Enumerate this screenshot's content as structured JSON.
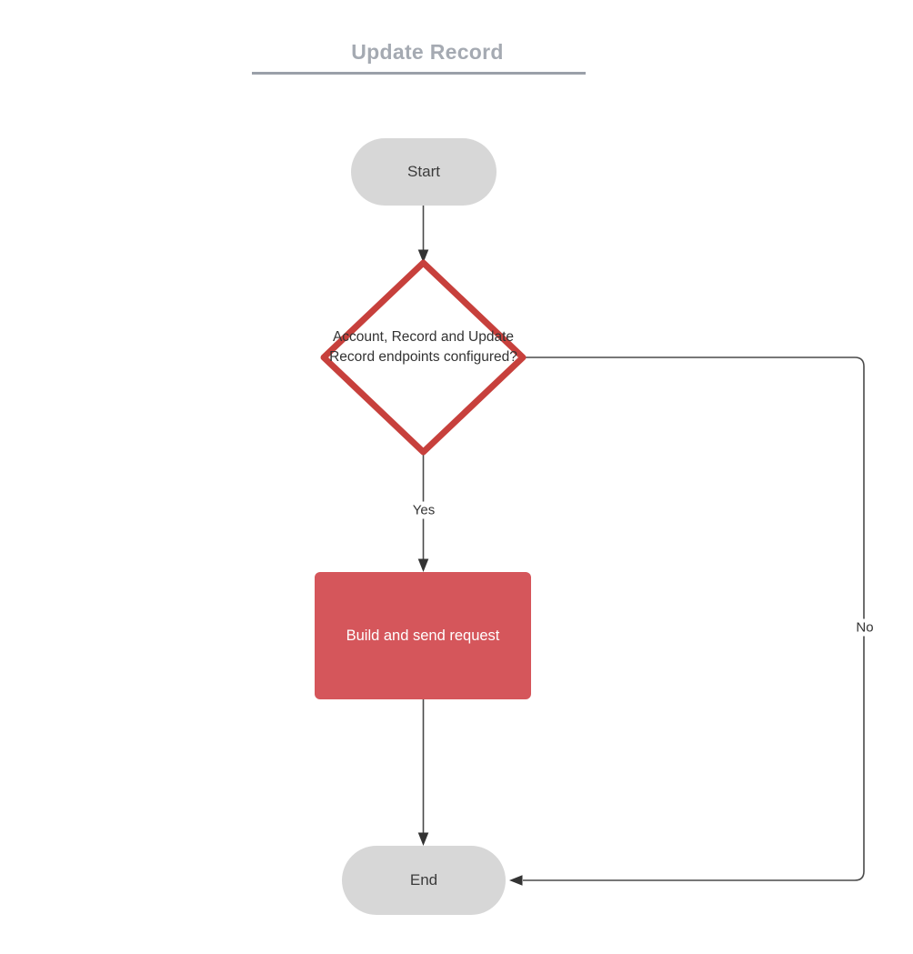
{
  "diagram": {
    "title": "Update Record",
    "nodes": {
      "start": {
        "label": "Start",
        "type": "terminator"
      },
      "decision": {
        "label": "Account, Record and Update Record endpoints configured?",
        "type": "decision"
      },
      "process": {
        "label": "Build and send request",
        "type": "process"
      },
      "end": {
        "label": "End",
        "type": "terminator"
      }
    },
    "edges": [
      {
        "from": "start",
        "to": "decision",
        "label": ""
      },
      {
        "from": "decision",
        "to": "process",
        "label": "Yes"
      },
      {
        "from": "process",
        "to": "end",
        "label": ""
      },
      {
        "from": "decision",
        "to": "end",
        "label": "No"
      }
    ],
    "colors": {
      "title_text": "#a5aab2",
      "title_underline": "#9aa0a9",
      "terminator_fill": "#d7d7d7",
      "terminator_text": "#3b3b3b",
      "decision_stroke": "#c7403c",
      "decision_fill": "#ffffff",
      "decision_text": "#333333",
      "process_fill": "#d5565b",
      "process_text": "#ffffff",
      "connector_line": "#4a4a4a",
      "arrowhead": "#333333",
      "background": "#ffffff"
    }
  }
}
